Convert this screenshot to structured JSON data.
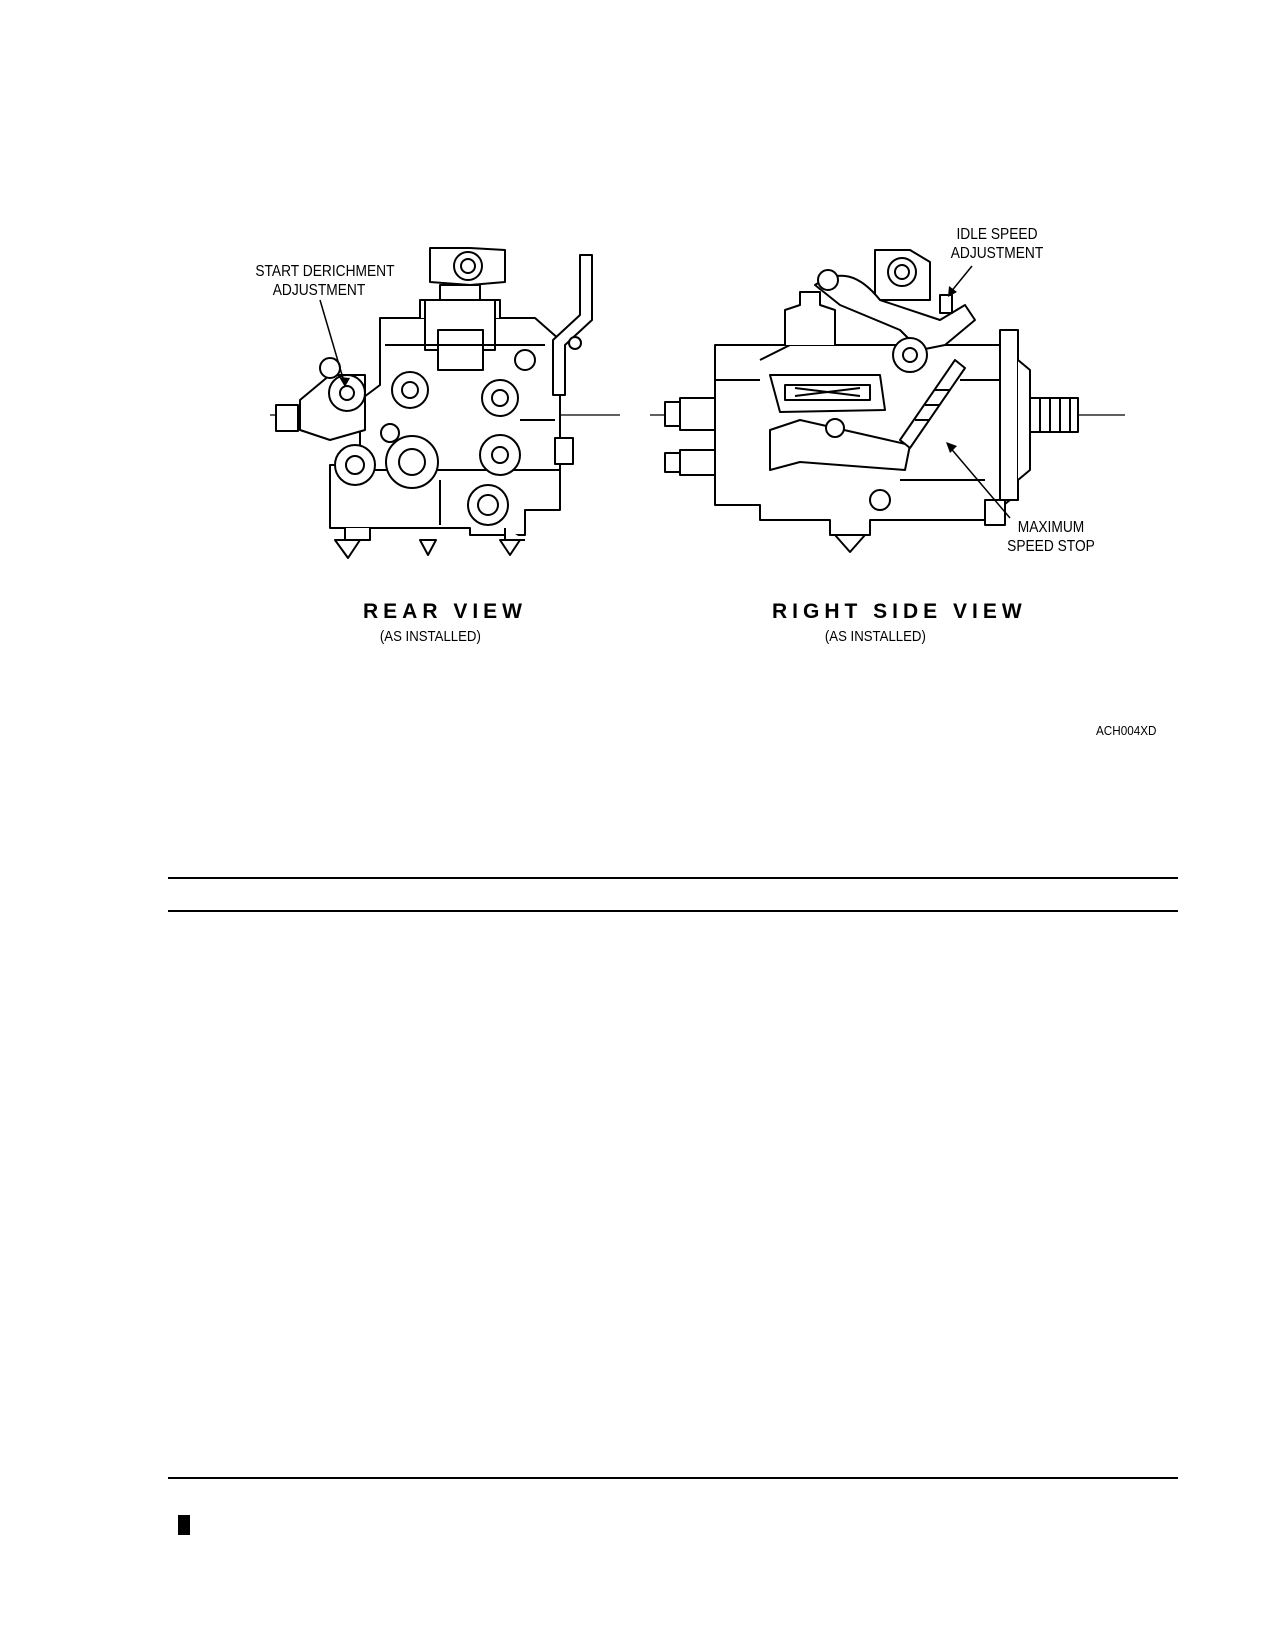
{
  "figure": {
    "labels": {
      "start_derichment": [
        "START DERICHMENT",
        "ADJUSTMENT"
      ],
      "idle_speed": [
        "IDLE SPEED",
        "ADJUSTMENT"
      ],
      "maximum_speed": [
        "MAXIMUM",
        "SPEED STOP"
      ]
    },
    "rear_view": {
      "title": "REAR VIEW",
      "subtitle": "(AS INSTALLED)"
    },
    "right_side_view": {
      "title": "RIGHT SIDE VIEW",
      "subtitle": "(AS INSTALLED)"
    },
    "code": "ACH004XD"
  }
}
